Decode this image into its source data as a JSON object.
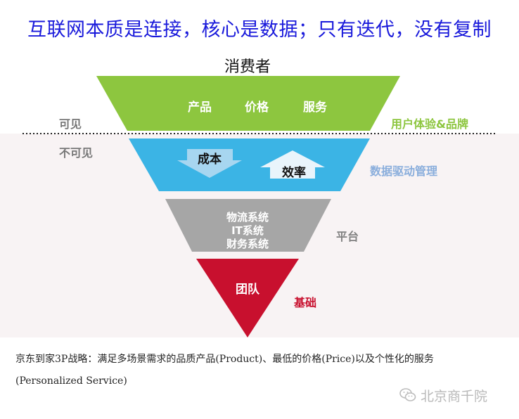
{
  "title": "互联网本质是连接，核心是数据；只有迭代，没有复制",
  "top_label": "消费者",
  "visible_label": "可见",
  "invisible_label": "不可见",
  "layers": [
    {
      "id": "experience",
      "items": [
        "产品",
        "价格",
        "服务"
      ],
      "side_label": "用户体验&品牌",
      "color": "#8dc63f",
      "side_color": "#8dc63f"
    },
    {
      "id": "data-driven",
      "items": [
        "成本",
        "效率"
      ],
      "side_label": "数据驱动管理",
      "color": "#3bb4e5",
      "side_color": "#8aaedc"
    },
    {
      "id": "platform",
      "items": [
        "物流系统",
        "IT系统",
        "财务系统"
      ],
      "side_label": "平台",
      "color": "#a6a6a6",
      "side_color": "#808080"
    },
    {
      "id": "foundation",
      "items": [
        "团队"
      ],
      "side_label": "基础",
      "color": "#c8102e",
      "side_color": "#c8102e"
    }
  ],
  "arrows": {
    "down_color": "#a7d6f0",
    "up_color": "#e9f4fb"
  },
  "invisible_bg": "#f8f3f4",
  "caption": "京东到家3P战略：满足多场景需求的品质产品(Product)、最低的价格(Price)以及个性化的服务(Personalized Service)",
  "watermark": {
    "icon": "wechat-icon",
    "text": "北京商千院"
  }
}
